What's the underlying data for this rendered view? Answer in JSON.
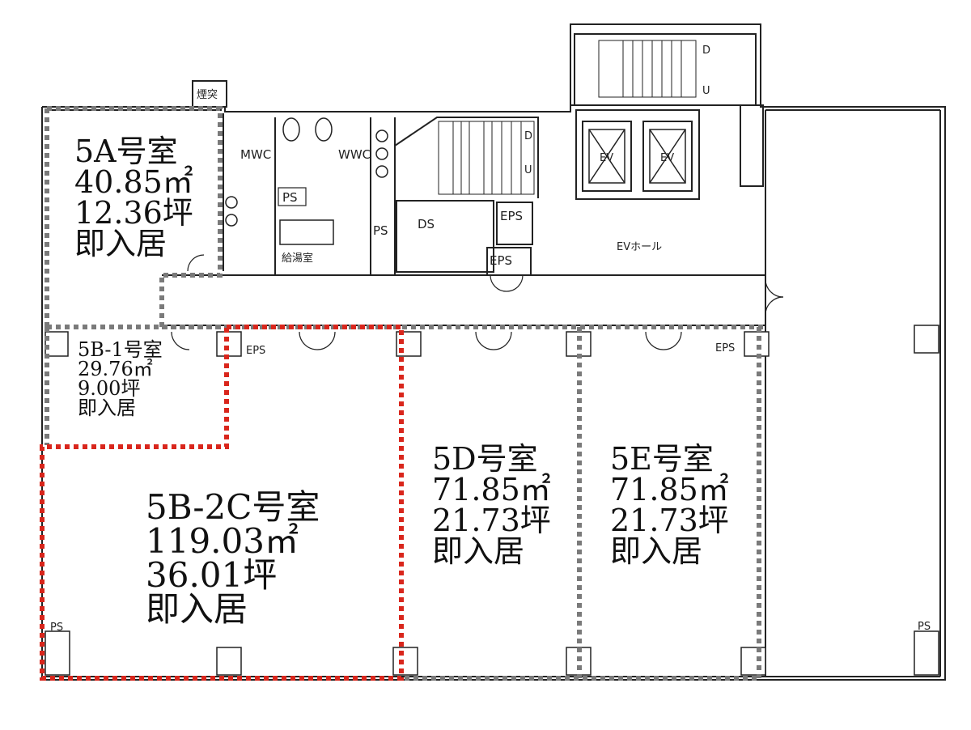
{
  "plan_title": "",
  "units": {
    "room_5a": {
      "name": "5A号室",
      "area": "40.85㎡",
      "tsubo": "12.36坪",
      "status": "即入居"
    },
    "room_5b1": {
      "name": "5B-1号室",
      "area": "29.76㎡",
      "tsubo": "9.00坪",
      "status": "即入居"
    },
    "room_5b2c": {
      "name": "5B-2C号室",
      "area": "119.03㎡",
      "tsubo": "36.01坪",
      "status": "即入居"
    },
    "room_5d": {
      "name": "5D号室",
      "area": "71.85㎡",
      "tsubo": "21.73坪",
      "status": "即入居"
    },
    "room_5e": {
      "name": "5E号室",
      "area": "71.85㎡",
      "tsubo": "21.73坪",
      "status": "即入居"
    }
  },
  "labels": {
    "chimney": "煙突",
    "mwc": "MWC",
    "wwc": "WWC",
    "ps": "PS",
    "eps": "EPS",
    "ds": "DS",
    "ev": "EV",
    "ev_hall": "EVホール",
    "kyutoshitsu": "給湯室",
    "down": "D",
    "up": "U"
  },
  "colors": {
    "wall": "#222222",
    "gray_dash": "#7a7a7a",
    "red_dash": "#d9261c"
  }
}
